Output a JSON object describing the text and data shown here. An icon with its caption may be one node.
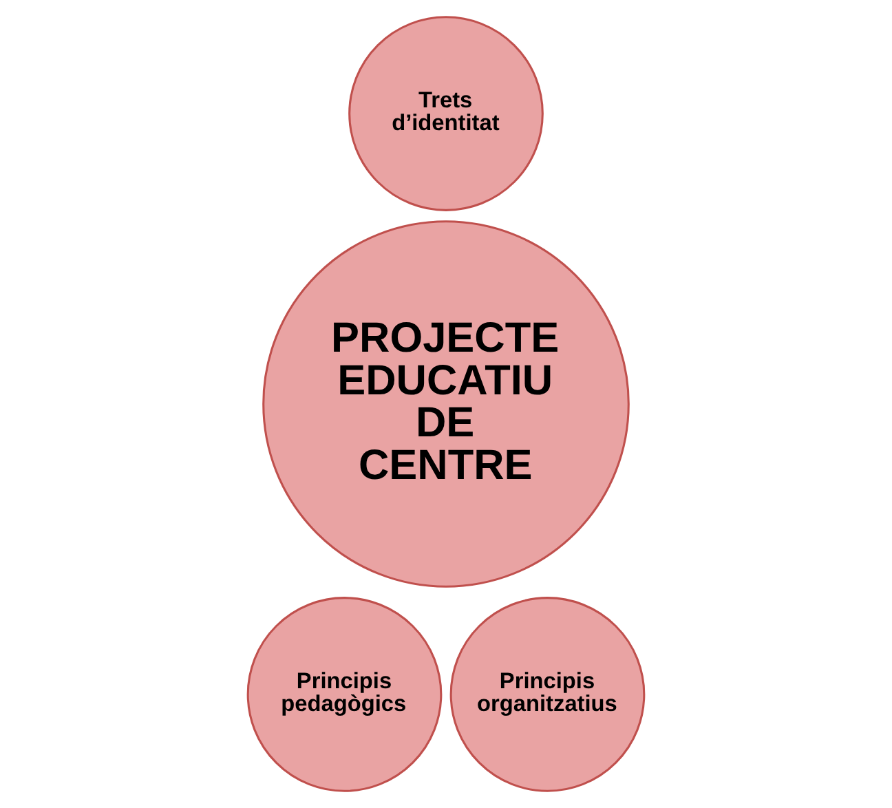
{
  "diagram": {
    "nodes": [
      {
        "text": [
          "Trets d’identitat"
        ]
      },
      {
        "text": [
          "PROJECTE EDUCATIU DE CENTRE"
        ]
      },
      {
        "text": [
          "Principis pedagògics"
        ]
      },
      {
        "text": [
          "Principis organitzatius"
        ]
      }
    ]
  }
}
